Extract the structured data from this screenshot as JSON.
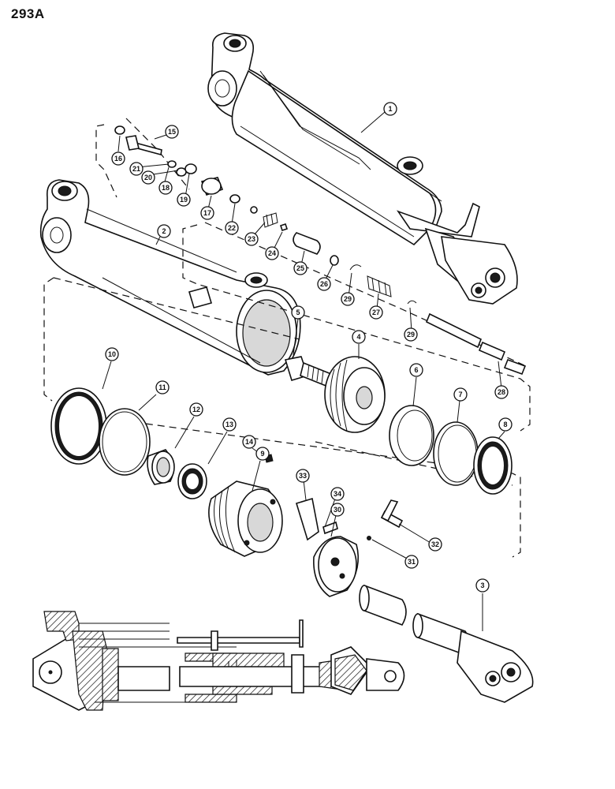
{
  "page": {
    "title": "293A"
  },
  "callouts": [
    {
      "label": "1"
    },
    {
      "label": "2"
    },
    {
      "label": "3"
    },
    {
      "label": "4"
    },
    {
      "label": "5"
    },
    {
      "label": "6"
    },
    {
      "label": "7"
    },
    {
      "label": "8"
    },
    {
      "label": "9"
    },
    {
      "label": "10"
    },
    {
      "label": "11"
    },
    {
      "label": "12"
    },
    {
      "label": "13"
    },
    {
      "label": "14"
    },
    {
      "label": "15"
    },
    {
      "label": "16"
    },
    {
      "label": "17"
    },
    {
      "label": "18"
    },
    {
      "label": "19"
    },
    {
      "label": "20"
    },
    {
      "label": "21"
    },
    {
      "label": "22"
    },
    {
      "label": "23"
    },
    {
      "label": "24"
    },
    {
      "label": "25"
    },
    {
      "label": "26"
    },
    {
      "label": "27"
    },
    {
      "label": "28"
    },
    {
      "label": "29"
    },
    {
      "label": "29"
    },
    {
      "label": "30"
    },
    {
      "label": "31"
    },
    {
      "label": "32"
    },
    {
      "label": "33"
    },
    {
      "label": "34"
    }
  ]
}
